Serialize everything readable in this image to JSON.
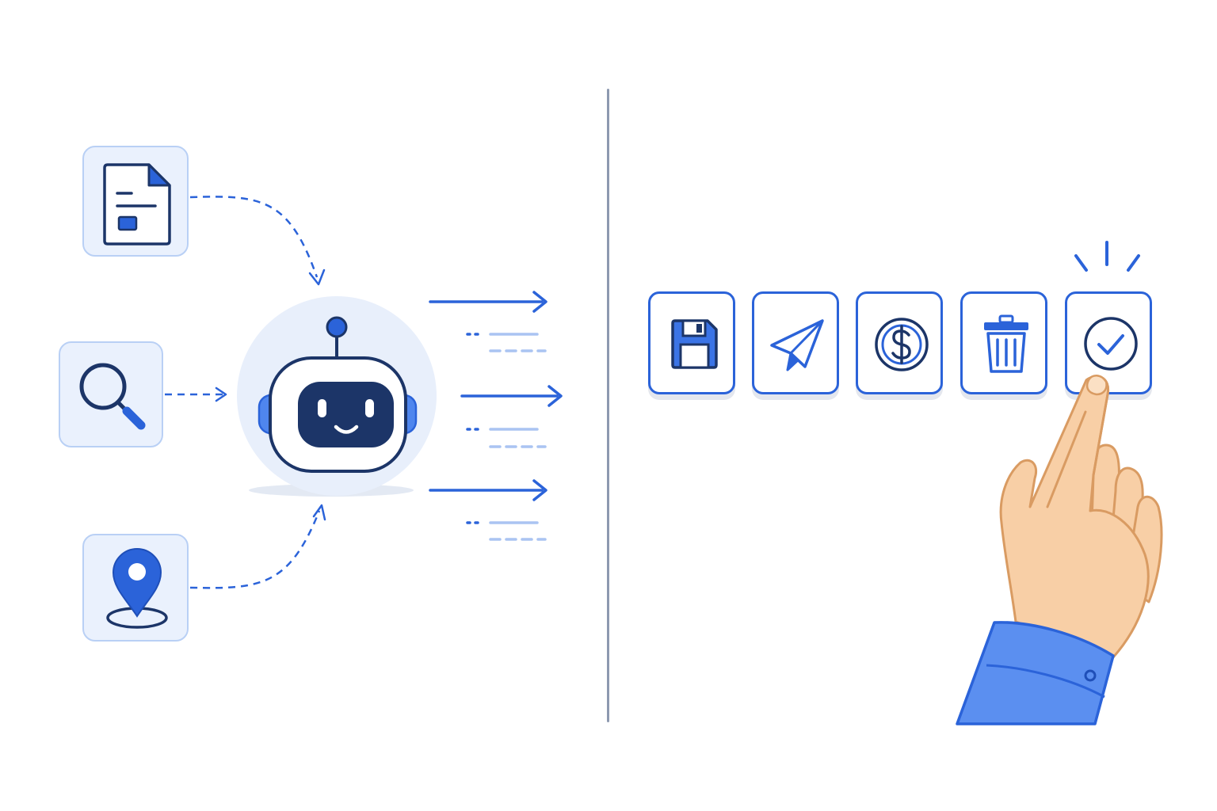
{
  "diagram": {
    "inputs": [
      {
        "name": "document",
        "icon": "document-icon"
      },
      {
        "name": "search",
        "icon": "magnifier-icon"
      },
      {
        "name": "location",
        "icon": "location-pin-icon"
      }
    ],
    "agent": {
      "icon": "robot-icon"
    },
    "outputs": [
      {
        "name": "output-1",
        "icon": "arrow-right-icon"
      },
      {
        "name": "output-2",
        "icon": "arrow-right-icon"
      },
      {
        "name": "output-3",
        "icon": "arrow-right-icon"
      }
    ],
    "actions": [
      {
        "name": "save",
        "icon": "floppy-disk-icon"
      },
      {
        "name": "send",
        "icon": "paper-plane-icon"
      },
      {
        "name": "pay",
        "icon": "dollar-coin-icon"
      },
      {
        "name": "delete",
        "icon": "trash-icon"
      },
      {
        "name": "confirm",
        "icon": "check-circle-icon",
        "state": "pressed"
      }
    ],
    "hand": {
      "icon": "pointing-hand-icon"
    }
  },
  "colors": {
    "primary": "#2b63d9",
    "navy": "#1c3568",
    "tile_fill": "#eaf1fd",
    "tile_border": "#b9d0f5",
    "faint_line": "#aac4f2",
    "skin": "#f8cfa6",
    "skin_outline": "#d99b62",
    "sleeve": "#5b8ff0",
    "divider": "#8d99b0"
  }
}
